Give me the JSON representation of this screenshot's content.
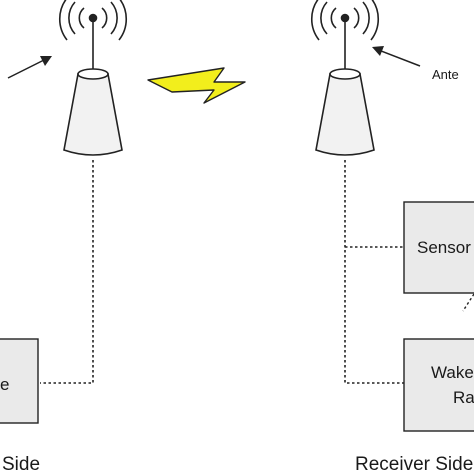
{
  "labels": {
    "sender_side": "Side",
    "receiver_side": "Receiver Side",
    "antenna": "Ante",
    "sensor_box": "Sensor",
    "wake_box_line1": "Wake",
    "wake_box_line2": "Ra",
    "sender_box": "e"
  },
  "colors": {
    "bolt": "#f2ee1c",
    "box_fill": "#eaeaea",
    "antenna_fill": "#f2f2f2",
    "stroke": "#222222"
  },
  "icons": [
    "radio-wave-icon",
    "lightning-bolt-icon",
    "arrow-icon"
  ]
}
